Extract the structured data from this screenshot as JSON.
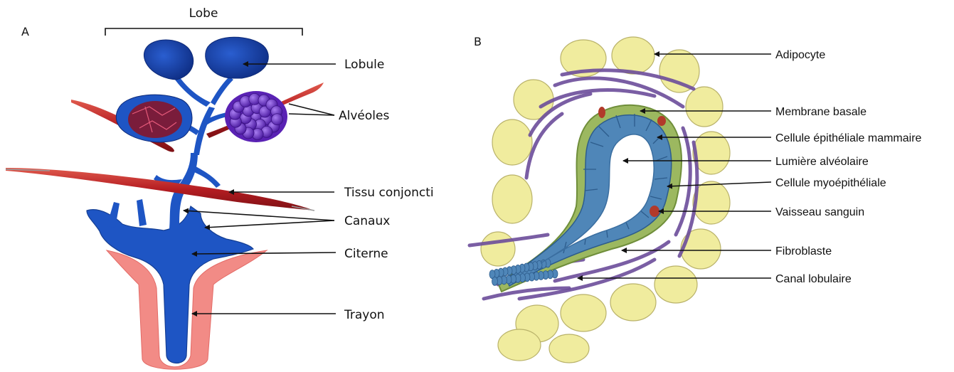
{
  "panel_a": {
    "letter": "A",
    "bracket_label": "Lobe",
    "labels": {
      "lobule": "Lobule",
      "alveoles": "Alvéoles",
      "tissu": "Tissu conjoncti",
      "canaux": "Canaux",
      "citerne": "Citerne",
      "trayon": "Trayon"
    },
    "colors": {
      "duct_blue": "#1f4fb8",
      "muscle_red": "#b51d22",
      "alveoli_purple": "#6a2cc9",
      "teat_pink": "#f06b6b"
    }
  },
  "panel_b": {
    "letter": "B",
    "labels": {
      "adipocyte": "Adipocyte",
      "membrane": "Membrane basale",
      "cellule_epi": "Cellule épithéliale mammaire",
      "lumiere": "Lumière alvéolaire",
      "cellule_myo": "Cellule myoépithéliale",
      "vaisseau": "Vaisseau sanguin",
      "fibroblaste": "Fibroblaste",
      "canal": "Canal lobulaire"
    },
    "colors": {
      "adipocyte_yellow": "#f0ec9e",
      "fibroblast_purple": "#6b4c9a",
      "epithelium_blue": "#4f86b8",
      "membrane_green": "#8fae55",
      "vessel_red": "#b23a2a"
    }
  }
}
